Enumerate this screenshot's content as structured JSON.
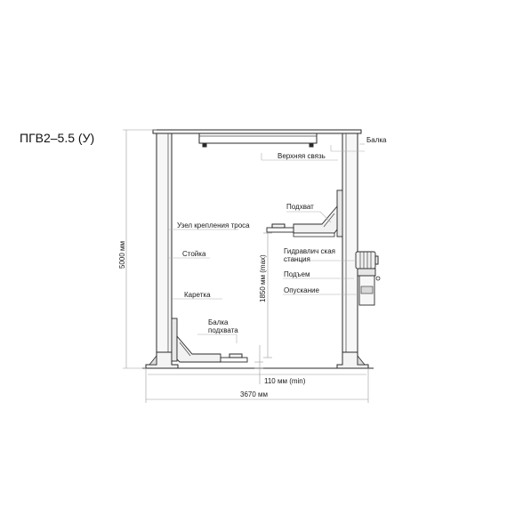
{
  "title": "ПГВ2–5.5 (У)",
  "labels": {
    "beam": "Балка",
    "top_link": "Верхняя связь",
    "carrier": "Подхват",
    "cable_node": "Узел крепления троса",
    "hydraulic_line1": "Гидравлич  ская",
    "hydraulic_line2": "станция",
    "lift": "Подъем",
    "column": "Стойка",
    "lowering": "Опускание",
    "carriage": "Каретка",
    "carrier_beam_line1": "Балка",
    "carrier_beam_line2": "подхвата"
  },
  "dimensions": {
    "height": "5000 мм",
    "lift_height": "1850 мм (max)",
    "min_height": "110 мм (min)",
    "width": "3670 мм"
  }
}
